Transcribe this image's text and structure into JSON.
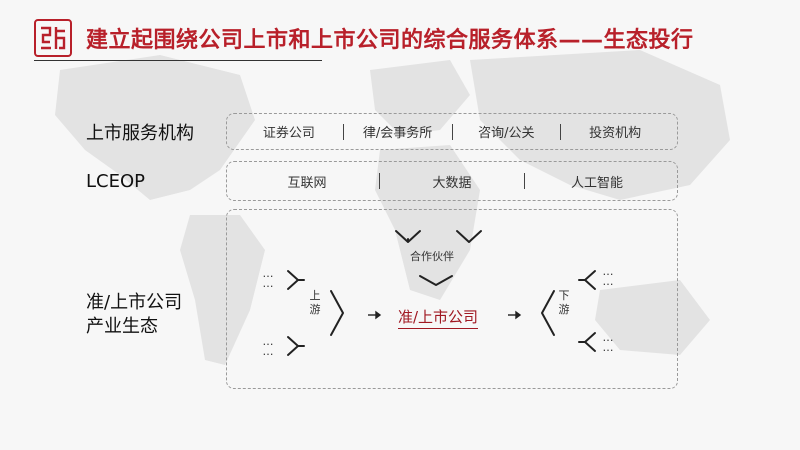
{
  "title": "建立起围绕公司上市和上市公司的综合服务体系——生态投行",
  "rows": {
    "services": {
      "label": "上市服务机构",
      "cells": [
        "证券公司",
        "律/会事务所",
        "咨询/公关",
        "投资机构"
      ]
    },
    "lceop": {
      "label": "LCEOP",
      "cells": [
        "互联网",
        "大数据",
        "人工智能"
      ]
    },
    "ecosystem": {
      "label_line1": "准/上市公司",
      "label_line2": "产业生态",
      "partners": "合作伙伴",
      "center": "准/上市公司",
      "upstream": "上游",
      "downstream": "下游",
      "ellipsis": "…"
    }
  },
  "colors": {
    "accent": "#b8202a",
    "text": "#222222",
    "dashed_border": "#9a9a9a"
  }
}
